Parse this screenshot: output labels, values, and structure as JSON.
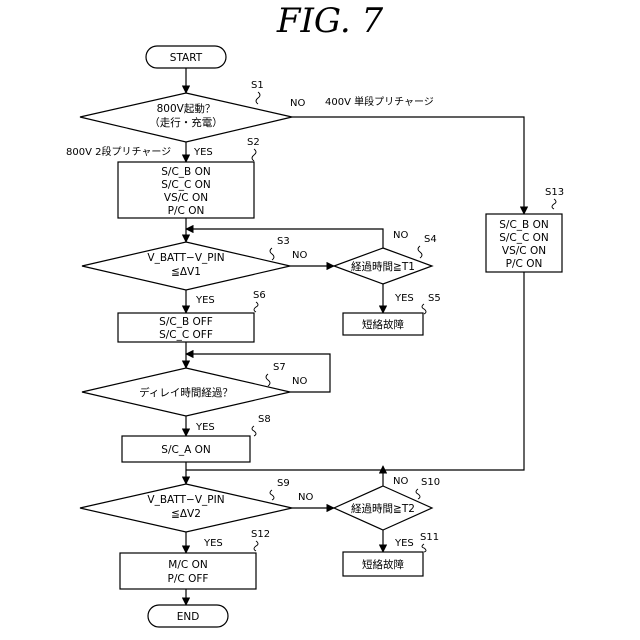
{
  "figure_title": "FIG. 7",
  "nodes": {
    "start": {
      "lines": [
        "START"
      ]
    },
    "s1": {
      "step": "S1",
      "lines": [
        "800V起動？",
        "（走行・充電）"
      ]
    },
    "s2": {
      "step": "S2",
      "lines": [
        "S/C_B ON",
        "S/C_C ON",
        "VS/C ON",
        "P/C ON"
      ]
    },
    "s3": {
      "step": "S3",
      "lines": [
        "V_BATT−V_PIN",
        "≦ΔV1"
      ]
    },
    "s4": {
      "step": "S4",
      "lines": [
        "経過時間≧T1"
      ]
    },
    "s5": {
      "step": "S5",
      "lines": [
        "短絡故障"
      ]
    },
    "s6": {
      "step": "S6",
      "lines": [
        "S/C_B OFF",
        "S/C_C OFF"
      ]
    },
    "s7": {
      "step": "S7",
      "lines": [
        "ディレイ時間経過？"
      ]
    },
    "s8": {
      "step": "S8",
      "lines": [
        "S/C_A ON"
      ]
    },
    "s9": {
      "step": "S9",
      "lines": [
        "V_BATT−V_PIN",
        "≦ΔV2"
      ]
    },
    "s10": {
      "step": "S10",
      "lines": [
        "経過時間≧T2"
      ]
    },
    "s11": {
      "step": "S11",
      "lines": [
        "短絡故障"
      ]
    },
    "s12": {
      "step": "S12",
      "lines": [
        "M/C ON",
        "P/C OFF"
      ]
    },
    "s13": {
      "step": "S13",
      "lines": [
        "S/C_B ON",
        "S/C_C ON",
        "VS/C ON",
        "P/C ON"
      ]
    },
    "end": {
      "lines": [
        "END"
      ]
    }
  },
  "edge_labels": {
    "s1_no": "NO",
    "s1_yes": "YES",
    "s3_no": "NO",
    "s3_yes": "YES",
    "s4_no": "NO",
    "s4_yes": "YES",
    "s7_no": "NO",
    "s7_yes": "YES",
    "s9_no": "NO",
    "s9_yes": "YES",
    "s10_no": "NO",
    "s10_yes": "YES"
  },
  "annotations": {
    "precharge_400": "400V 単段プリチャージ",
    "precharge_800": "800V 2段プリチャージ"
  }
}
